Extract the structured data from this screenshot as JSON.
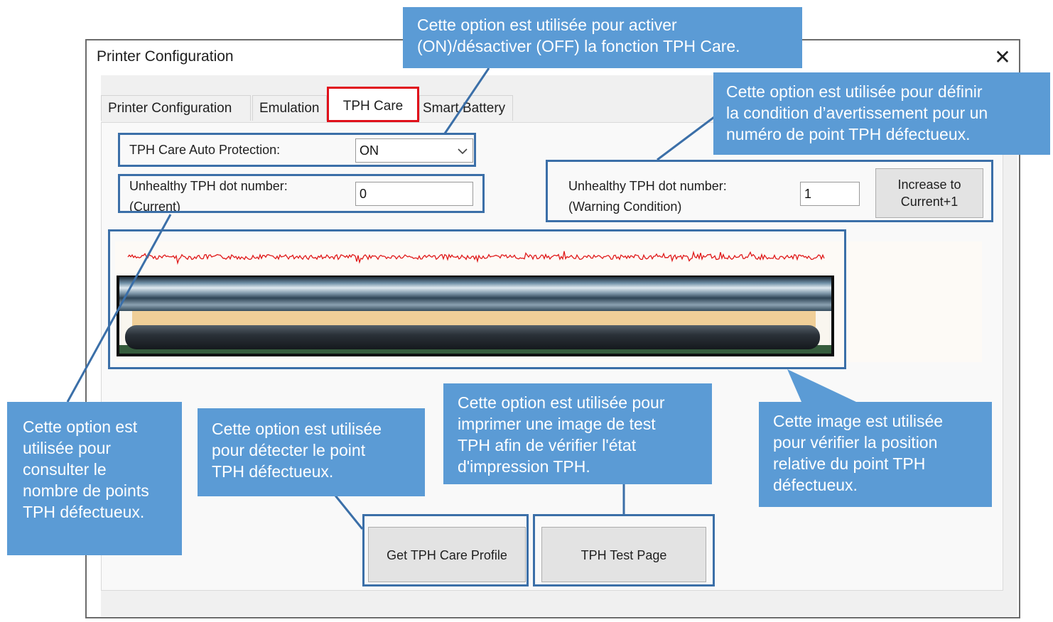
{
  "window": {
    "title": "Printer Configuration",
    "close_glyph": "✕"
  },
  "tabs": [
    {
      "label": "Printer Configuration"
    },
    {
      "label": "Emulation"
    },
    {
      "label": "TPH Care"
    },
    {
      "label": "Smart Battery"
    }
  ],
  "tph_care": {
    "auto_protection_label": "TPH Care Auto Protection:",
    "auto_protection_value": "ON",
    "current_label_line1": "Unhealthy TPH dot number:",
    "current_label_line2": "(Current)",
    "current_value": "0",
    "warning_label_line1": "Unhealthy TPH dot number:",
    "warning_label_line2": "(Warning Condition)",
    "warning_value": "1",
    "increase_button_line1": "Increase to",
    "increase_button_line2": "Current+1",
    "get_profile_button": "Get TPH Care Profile",
    "test_page_button": "TPH Test Page"
  },
  "callouts": {
    "activate": [
      "Cette option est utilisée pour activer",
      "(ON)/désactiver (OFF) la fonction TPH Care."
    ],
    "warning": [
      "Cette option est utilisée pour définir",
      "la condition d’avertissement pour un",
      "numéro de point TPH défectueux."
    ],
    "consult": [
      "Cette option est",
      "utilisée pour",
      "consulter le",
      "nombre de points",
      "TPH défectueux."
    ],
    "detect": [
      "Cette option est utilisée",
      "pour détecter le point",
      "TPH défectueux."
    ],
    "print_test": [
      "Cette option est utilisée pour",
      "imprimer une image de test",
      "TPH afin de vérifier l'état",
      "d'impression TPH."
    ],
    "image": [
      "Cette image est utilisée",
      "pour vérifier la position",
      "relative du point TPH",
      "défectueux."
    ]
  },
  "colors": {
    "callout_blue": "#5b9bd5",
    "frame_blue": "#3b6fa8",
    "active_tab_border": "#e0101a",
    "waveform_red": "#e01a1a"
  },
  "icons": {
    "dropdown": "chevron-down-icon",
    "close": "close-icon"
  }
}
